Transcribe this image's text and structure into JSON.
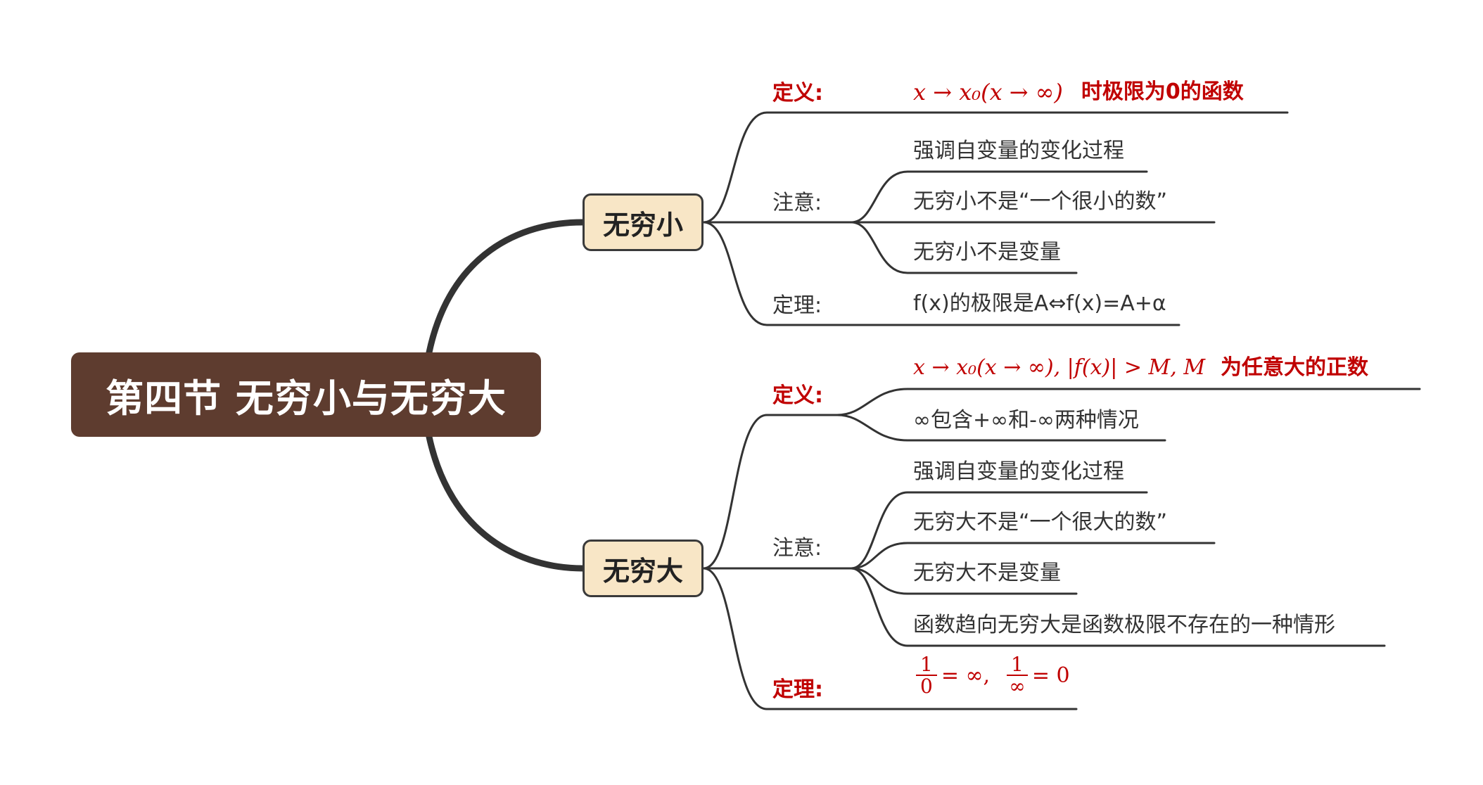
{
  "root": {
    "title": "第四节 无穷小与无穷大"
  },
  "topics": {
    "small": {
      "label": "无穷小",
      "def_label": "定义:",
      "def_math": "x → x₀(x → ∞)",
      "def_text": "时极限为0的函数",
      "note_label": "注意:",
      "notes": [
        "强调自变量的变化过程",
        "无穷小不是“一个很小的数”",
        "无穷小不是变量"
      ],
      "thm_label": "定理:",
      "thm_text": "f(x)的极限是A⇔f(x)=A+α"
    },
    "large": {
      "label": "无穷大",
      "def_label": "定义:",
      "def_math": "x → x₀(x → ∞), |f(x)| > M, M",
      "def_text": "为任意大的正数",
      "def_sub": "∞包含+∞和-∞两种情况",
      "note_label": "注意:",
      "notes": [
        "强调自变量的变化过程",
        "无穷大不是“一个很大的数”",
        "无穷大不是变量",
        "函数趋向无穷大是函数极限不存在的一种情形"
      ],
      "thm_label": "定理:",
      "thm_frac1_num": "1",
      "thm_frac1_den": "0",
      "thm_eq1": "= ∞,",
      "thm_frac2_num": "1",
      "thm_frac2_den": "∞",
      "thm_eq2": "= 0"
    }
  },
  "colors": {
    "root_bg": "#5e3c2f",
    "topic_bg": "#f8e6c6",
    "line": "#333333",
    "emphasis": "#c00000"
  }
}
